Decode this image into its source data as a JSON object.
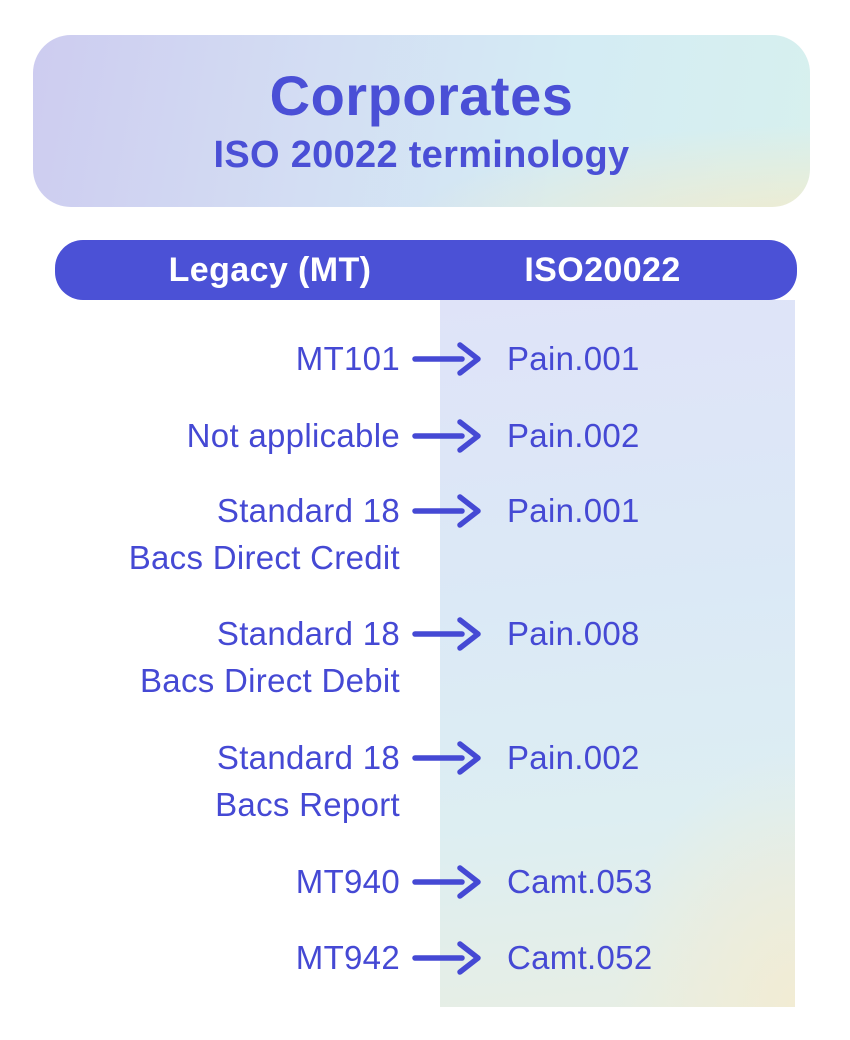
{
  "header": {
    "title": "Corporates",
    "subtitle": "ISO 20022 terminology"
  },
  "table": {
    "columns": {
      "legacy": "Legacy (MT)",
      "iso": "ISO20022"
    },
    "rows": [
      {
        "legacy": "MT101",
        "iso": "Pain.001"
      },
      {
        "legacy": "Not applicable",
        "iso": "Pain.002"
      },
      {
        "legacy": "Standard 18\nBacs Direct Credit",
        "iso": "Pain.001"
      },
      {
        "legacy": "Standard 18\nBacs Direct Debit",
        "iso": "Pain.008"
      },
      {
        "legacy": "Standard 18\nBacs Report",
        "iso": "Pain.002"
      },
      {
        "legacy": "MT940",
        "iso": "Camt.053"
      },
      {
        "legacy": "MT942",
        "iso": "Camt.052"
      }
    ]
  },
  "icons": {
    "arrow": "right-arrow-icon"
  },
  "colors": {
    "bar_blue": "#4b51d6",
    "text_blue": "#4549d4",
    "header_gradient_left": "#cdccf0",
    "header_gradient_mid": "#d4ecf4",
    "header_gradient_bottom_right": "#f6ebc8",
    "column_gradient_top": "#dfe3f8",
    "column_gradient_bottom": "#f0eeda",
    "page_background": "#ffffff"
  }
}
